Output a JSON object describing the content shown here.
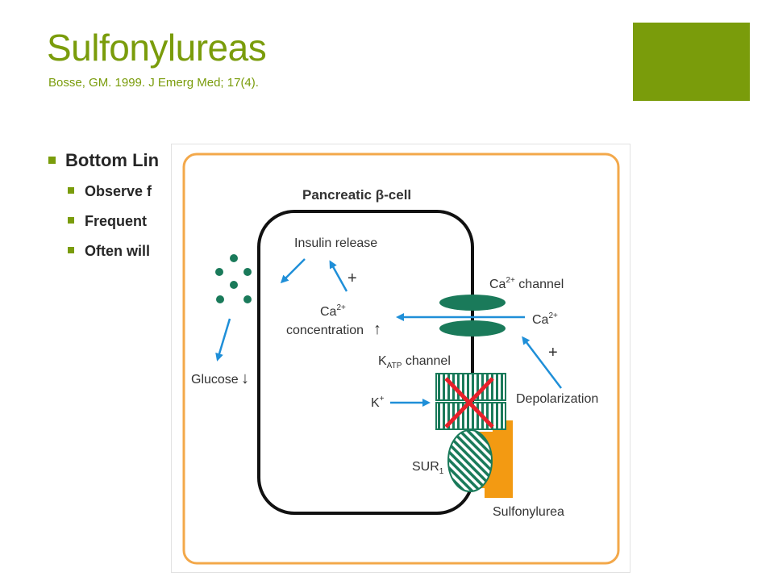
{
  "slide": {
    "title": "Sulfonylureas",
    "citation": "Bosse, GM. 1999.  J Emerg Med; 17(4).",
    "accent_color": "#7a9c0b"
  },
  "bullets": {
    "level1": "Bottom Lin",
    "level2": [
      "Observe f",
      "Frequent",
      "Often will"
    ]
  },
  "diagram": {
    "title_prefix": "Pancreatic ",
    "title_greek": "β",
    "title_suffix": "-cell",
    "insulin_release": "Insulin release",
    "plus_insulin": "+",
    "ca_conc_line1_base": "Ca",
    "ca_conc_line1_sup": "2+",
    "ca_conc_line2": "concentration",
    "ca_conc_arrow": "↑",
    "ca_channel_base": "Ca",
    "ca_channel_sup": "2+",
    "ca_channel_text": " channel",
    "ca_ion_base": "Ca",
    "ca_ion_sup": "2+",
    "katp_base": "K",
    "katp_sub": "ATP",
    "katp_text": " channel",
    "k_ion_base": "K",
    "k_ion_sup": "+",
    "plus_depol": "+",
    "depolarization": "Depolarization",
    "glucose": "Glucose",
    "glucose_arrow": "↓",
    "sur_base": "SUR",
    "sur_sub": "1",
    "sulfonylurea": "Sulfonylurea",
    "colors": {
      "border": "#f3a84a",
      "channel": "#1a7a5a",
      "arrow": "#1f8fd8",
      "block": "#e8202a",
      "drug": "#f39a12",
      "granule": "#1a7a5a"
    }
  }
}
